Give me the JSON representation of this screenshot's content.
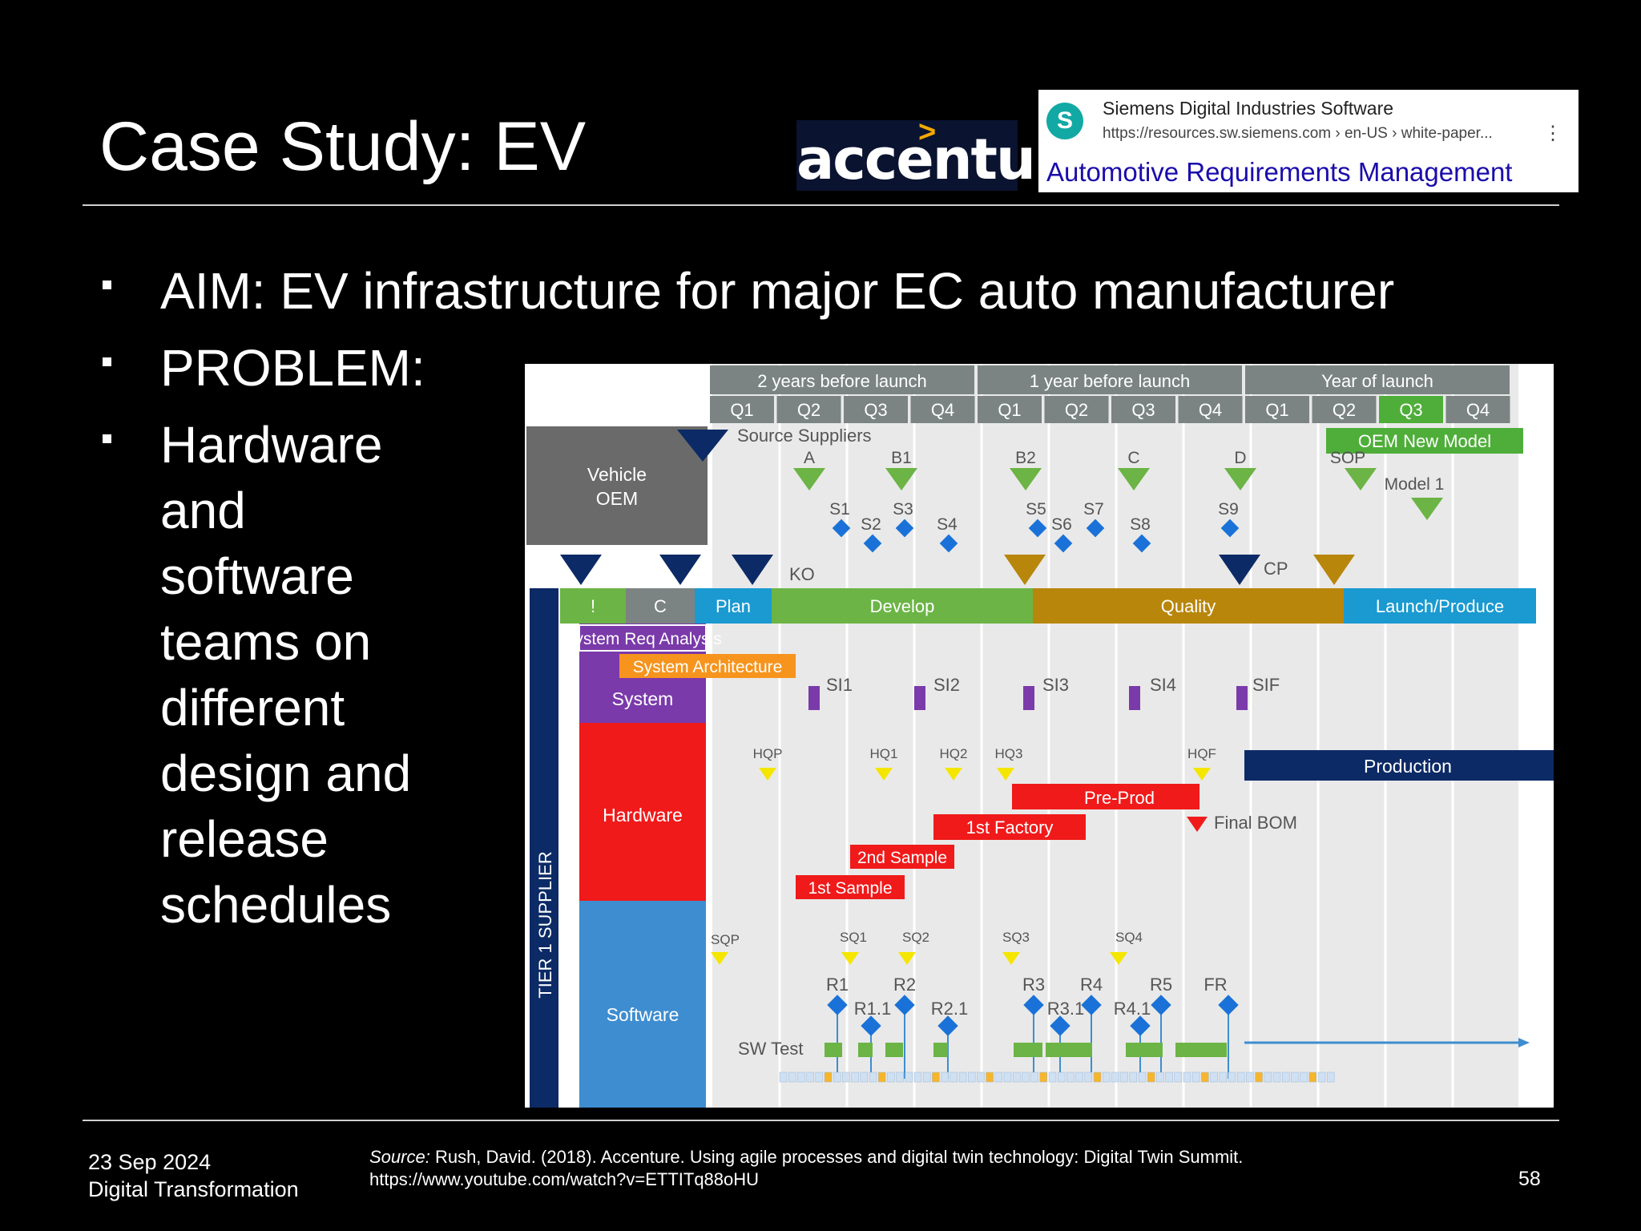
{
  "slide": {
    "title": "Case Study: EV",
    "logo_text": "accenture",
    "search_result": {
      "site": "Siemens Digital Industries Software",
      "url": "https://resources.sw.siemens.com › en-US › white-paper...",
      "heading": "Automotive Requirements Management",
      "avatar": "S",
      "menu_icon": "⋮"
    },
    "bullets": [
      "AIM: EV infrastructure for major EC auto manufacturer",
      "PROBLEM:",
      "Hardware and software teams on different design and release schedules"
    ],
    "bullet_lines": [
      "Hardware",
      "and",
      "software",
      "teams on",
      "different",
      "design and",
      "release",
      "schedules"
    ],
    "footer": {
      "date": "23 Sep 2024",
      "course": "Digital Transformation",
      "source_label": "Source:",
      "source_text": "Rush, David. (2018). Accenture. Using agile processes and digital twin technology: Digital Twin Summit.",
      "source_url": "https://www.youtube.com/watch?v=ETTITq88oHU",
      "page": "58"
    }
  },
  "timeline": {
    "periods": [
      "2 years before launch",
      "1 year before launch",
      "Year of launch"
    ],
    "quarters": [
      "Q1",
      "Q2",
      "Q3",
      "Q4",
      "Q1",
      "Q2",
      "Q3",
      "Q4",
      "Q1",
      "Q2",
      "Q3",
      "Q4"
    ],
    "highlighted_quarter": 10,
    "oem_label_1": "Vehicle",
    "oem_label_2": "OEM",
    "source_suppliers": "Source Suppliers",
    "oem_new_model": "OEM New Model",
    "sop": "SOP",
    "model1": "Model 1",
    "milestones": [
      "A",
      "B1",
      "B2",
      "C",
      "D"
    ],
    "suppliers": [
      "S1",
      "S2",
      "S3",
      "S4",
      "S5",
      "S6",
      "S7",
      "S8",
      "S9"
    ],
    "ko": "KO",
    "cp": "CP",
    "phases": [
      "!",
      "C",
      "Plan",
      "Develop",
      "Quality",
      "Launch/Produce"
    ],
    "tier1": "TIER 1 SUPPLIER",
    "system_req": "System Req Analysis",
    "system_arch": "System Architecture",
    "system": "System",
    "si": [
      "SI1",
      "SI2",
      "SI3",
      "SI4",
      "SIF"
    ],
    "hardware": "Hardware",
    "hq": [
      "HQP",
      "HQ1",
      "HQ2",
      "HQ3",
      "HQF"
    ],
    "production": "Production",
    "preprod": "Pre-Prod",
    "first_factory": "1st Factory",
    "final_bom": "Final BOM",
    "second_sample": "2nd Sample",
    "first_sample": "1st Sample",
    "software": "Software",
    "sq": [
      "SQP",
      "SQ1",
      "SQ2",
      "SQ3",
      "SQ4"
    ],
    "releases": [
      "R1",
      "R2",
      "R3",
      "R4",
      "R5",
      "FR"
    ],
    "sub_releases": [
      "R1.1",
      "R2.1",
      "R3.1",
      "R4.1"
    ],
    "sw_test": "SW Test",
    "colors": {
      "header": "#7b8482",
      "highlight": "#4fae3a",
      "green": "#6bb445",
      "quality": "#b8860b",
      "launch": "#1a9ad0",
      "system": "#7a3aaa",
      "hardware": "#f01a1a",
      "software": "#3e8dd0",
      "navy": "#0c2a66",
      "oem": "#6a6a6a"
    }
  }
}
